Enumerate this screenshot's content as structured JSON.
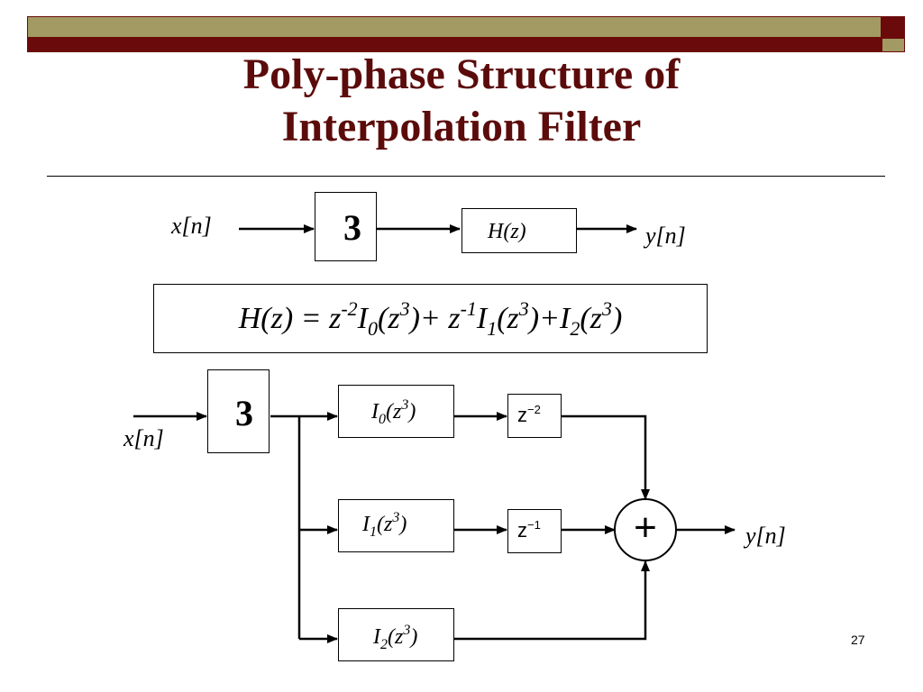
{
  "slide": {
    "title_line1": "Poly-phase Structure of",
    "title_line2": "Interpolation Filter",
    "page_number": "27",
    "colors": {
      "olive": "#a29a62",
      "maroon": "#6b0a0a",
      "title": "#5c0b0b"
    }
  },
  "top_system": {
    "input": "x[n]",
    "upsampler": "3",
    "filter": "H(z)",
    "output": "y[n]"
  },
  "formula": {
    "lhs": "H(z) = z",
    "e1": "-2",
    "t1": "I",
    "s1": "0",
    "a1": "(z",
    "e2": "3",
    "b1": ")+ z",
    "e3": "-1",
    "t2": "I",
    "s2": "1",
    "a2": "(z",
    "e4": "3",
    "b2": ")+I",
    "s3": "2",
    "a3": "(z",
    "e5": "3",
    "b3": ")"
  },
  "polyphase": {
    "input": "x[n]",
    "upsampler": "3",
    "branches": [
      {
        "sym": "I",
        "sub": "0",
        "arg": "(z",
        "exp": "3",
        "close": ")",
        "delay_base": "z",
        "delay_exp": "−2"
      },
      {
        "sym": "I",
        "sub": "1",
        "arg": "(z",
        "exp": "3",
        "close": ")",
        "delay_base": "z",
        "delay_exp": "−1"
      },
      {
        "sym": "I",
        "sub": "2",
        "arg": "(z",
        "exp": "3",
        "close": ")"
      }
    ],
    "adder": "+",
    "output": "y[n]"
  }
}
